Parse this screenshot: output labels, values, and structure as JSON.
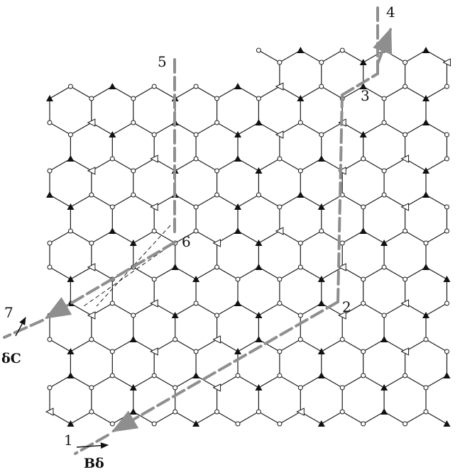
{
  "diagram": {
    "point_labels": [
      "1",
      "2",
      "3",
      "4",
      "5",
      "6",
      "7"
    ],
    "vector_labels": {
      "burgers_bottom": "Bδ",
      "burgers_left": "δC"
    },
    "colors": {
      "path": "#8e8e8e",
      "lattice": "#1a1a1a",
      "background": "#ffffff"
    }
  }
}
